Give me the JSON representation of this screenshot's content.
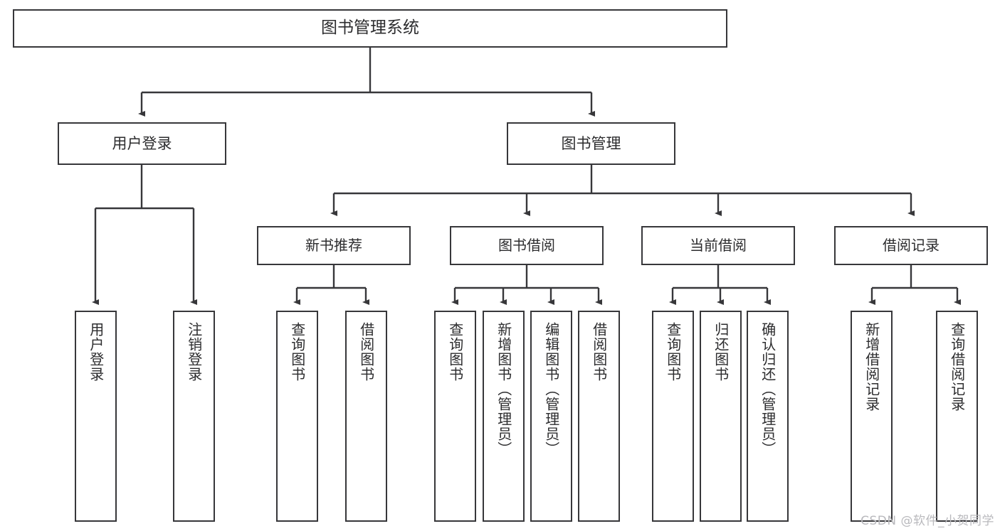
{
  "diagram": {
    "title": "图书管理系统",
    "type": "tree-hierarchy-chart",
    "root": {
      "label": "图书管理系统"
    },
    "level2": [
      {
        "label": "用户登录"
      },
      {
        "label": "图书管理"
      }
    ],
    "level3": [
      {
        "label": "新书推荐"
      },
      {
        "label": "图书借阅"
      },
      {
        "label": "当前借阅"
      },
      {
        "label": "借阅记录"
      }
    ],
    "leaves": {
      "user_login": [
        {
          "label": "用户登录"
        },
        {
          "label": "注销登录"
        }
      ],
      "new_book_recommend": [
        {
          "label": "查询图书"
        },
        {
          "label": "借阅图书"
        }
      ],
      "book_borrow": [
        {
          "label": "查询图书"
        },
        {
          "label": "新增图书（管理员）"
        },
        {
          "label": "编辑图书（管理员）"
        },
        {
          "label": "借阅图书"
        }
      ],
      "current_borrow": [
        {
          "label": "查询图书"
        },
        {
          "label": "归还图书"
        },
        {
          "label": "确认归还（管理员）"
        }
      ],
      "borrow_record": [
        {
          "label": "新增借阅记录"
        },
        {
          "label": "查询借阅记录"
        }
      ]
    }
  },
  "watermark": {
    "text": "CSDN @软件_小贺同学"
  },
  "colors": {
    "stroke": "#37373a",
    "text": "#2c2c2e",
    "background": "#ffffff",
    "watermark": "#b9b9bd"
  }
}
